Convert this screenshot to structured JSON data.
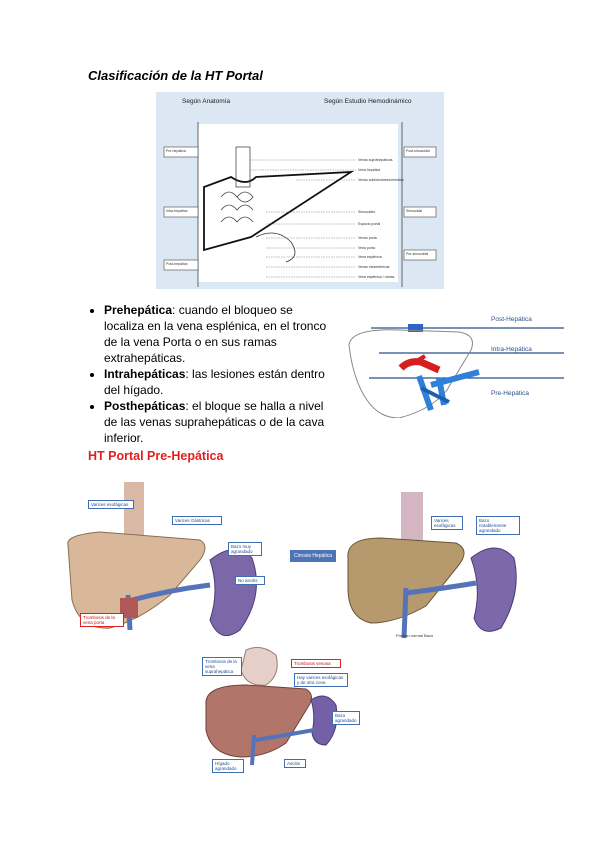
{
  "title": "Clasificación de la HT Portal",
  "classification_figure": {
    "left_header": "Según Anatomía",
    "right_header": "Según Estudio Hemodinámico",
    "left_labels": [
      "Pre-hepática",
      "Intra-hepática",
      "Post-hepática"
    ],
    "right_labels": [
      "Post-sinusoidal",
      "Sinusoidal",
      "Pre-sinusoidal"
    ],
    "center_labels": [
      "Venas suprahepáticas",
      "Vena hepática",
      "Venas sublobulares/centrales",
      "Sinusoides",
      "Espacio portal",
      "Venas porta",
      "Vena porta",
      "Vena esplénica",
      "Venas mesentéricas",
      "Vena esplénica / ramas"
    ]
  },
  "bullets": [
    {
      "term": "Prehepática",
      "text": ": cuando el bloqueo se localiza en la vena esplénica, en el tronco de la vena Porta o en sus ramas extrahepáticas."
    },
    {
      "term": "Intrahepáticas",
      "text": ": las lesiones están dentro del hígado."
    },
    {
      "term": "Posthepáticas",
      "text": ": el bloque se halla a nivel de las venas suprahepáticas o de la cava inferior."
    }
  ],
  "liver_diagram": {
    "labels": [
      "Post-Hepática",
      "Intra-Hepática",
      "Pre-Hepática"
    ]
  },
  "subtitle": "HT Portal Pre-Hepática",
  "illustrations": {
    "left": {
      "boxes": [
        "Varices esofágicas",
        "Varices Gástricas",
        "Bazo muy agrandado",
        "No ascitis"
      ],
      "red_box": "Trombosis de la vena porta"
    },
    "right": {
      "boxes": [
        "Varices esofágicas",
        "Bazo notablemente agrandado"
      ],
      "blue_box": "Cirrosis Hepática",
      "note": "Presión normal Bazo"
    },
    "bottom": {
      "boxes": [
        "Trombosis de la vena suprahepática",
        "Hay varices esofágicas y de otra zona",
        "Bazo agrandado",
        "Hígado agrandado",
        "Ascitis"
      ],
      "red_box": "Trombosis venosa"
    }
  },
  "colors": {
    "red_heading": "#e31e1e",
    "box_blue": "#3e6fb5",
    "figure_bg": "#dbe7f2"
  }
}
